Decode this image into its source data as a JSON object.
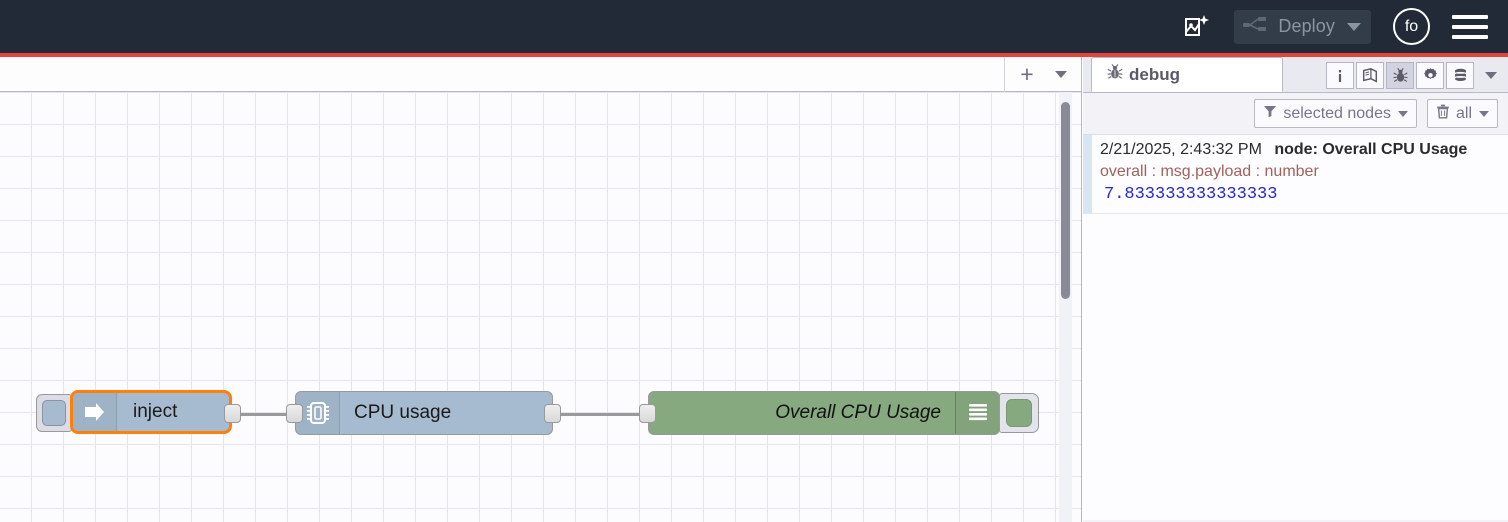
{
  "header": {
    "ai_icon": "flow-sparkle-icon",
    "deploy_label": "Deploy",
    "deploy_icon": "deploy-flow-icon",
    "deploy_caret_icon": "chevron-down-icon",
    "user_initials": "fo",
    "menu_icon": "hamburger-menu-icon",
    "accent_color": "#e2443b",
    "background_color": "#212a36"
  },
  "workspace": {
    "add_tab_label": "+",
    "tab_menu_icon": "chevron-down-icon",
    "nodes": [
      {
        "id": "inject",
        "label": "inject",
        "icon": "inject-arrow-icon",
        "color": "#a6bbcf",
        "selected": true,
        "selection_color": "#ff7f0e"
      },
      {
        "id": "cpu-usage",
        "label": "CPU usage",
        "icon": "cpu-chip-icon",
        "color": "#a6bbcf",
        "selected": false
      },
      {
        "id": "overall-cpu-usage",
        "label": "Overall CPU Usage",
        "icon": "debug-lines-icon",
        "color": "#87a980",
        "selected": false,
        "status_active": true
      }
    ]
  },
  "sidebar": {
    "tab": {
      "label": "debug",
      "icon": "bug-icon"
    },
    "tool_buttons": [
      {
        "name": "info-icon",
        "glyph": "i",
        "active": false
      },
      {
        "name": "help-book-icon",
        "glyph": "book",
        "active": false
      },
      {
        "name": "debug-bug-icon",
        "glyph": "bug",
        "active": true
      },
      {
        "name": "config-gear-icon",
        "glyph": "gear",
        "active": false
      },
      {
        "name": "context-data-icon",
        "glyph": "database",
        "active": false
      }
    ],
    "more_icon": "chevron-down-icon",
    "filters": {
      "node_filter_label": "selected nodes",
      "node_filter_icon": "funnel-icon",
      "clear_label": "all",
      "clear_icon": "trash-icon",
      "caret_icon": "chevron-down-icon"
    },
    "messages": [
      {
        "timestamp": "2/21/2025, 2:43:32 PM",
        "node_label": "node: Overall CPU Usage",
        "topic": "overall : msg.payload : number",
        "value": "7.833333333333333"
      }
    ]
  }
}
